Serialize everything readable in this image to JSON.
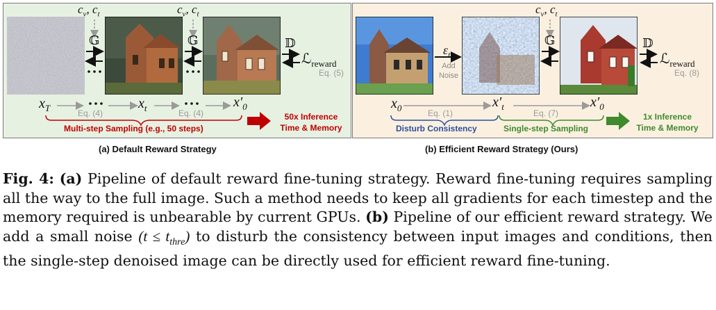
{
  "panel_a": {
    "cond": "c_v, c_t",
    "gen_op": "𝔾",
    "dec_op": "𝔻",
    "loss": "ℒ",
    "loss_sub": "reward",
    "loss_eq": "Eq. (5)",
    "x_T": "x",
    "x_T_sub": "T",
    "x_t": "x",
    "x_t_sub": "t",
    "x_0p": "x′",
    "x_0p_sub": "0",
    "eq4a": "Eq. (4)",
    "eq4b": "Eq. (4)",
    "multistep": "Multi-step Sampling (e.g., 50 steps)",
    "inference_line1": "50x Inference",
    "inference_line2": "Time & Memory",
    "caption": "(a) Default Reward Strategy"
  },
  "panel_b": {
    "cond": "c_v, c_t",
    "eps": "ε",
    "eps_sub": "t",
    "add_noise_line1": "Add",
    "add_noise_line2": "Noise",
    "gen_op": "𝔾",
    "dec_op": "𝔻",
    "loss": "ℒ",
    "loss_sub": "reward",
    "loss_eq": "Eq. (8)",
    "x_0": "x",
    "x_0_sub": "0",
    "x_tp": "x′",
    "x_tp_sub": "t",
    "x_0p": "x′",
    "x_0p_sub": "0",
    "eq1": "Eq. (1)",
    "eq7": "Eq. (7)",
    "disturb": "Disturb Consistency",
    "single": "Single-step Sampling",
    "inference_line1": "1x Inference",
    "inference_line2": "Time & Memory",
    "caption": "(b) Efficient Reward Strategy (Ours)"
  },
  "figure_caption": {
    "label": "Fig. 4:",
    "a_tag": "(a)",
    "text1": "Pipeline of default reward fine-tuning strategy. Reward fine-tuning requires sampling all the way to the full image. Such a method needs to keep all gradients for each timestep and the memory required is unbearable by current GPUs.",
    "b_tag": "(b)",
    "text2": "Pipeline of our efficient reward strategy. We add a small noise",
    "cond_math": "(t ≤ t",
    "cond_sub": "thre",
    "cond_close": ")",
    "text3": "to disturb the consistency between input images and conditions, then the single-step denoised image can be directly used for efficient reward fine-tuning."
  },
  "colors": {
    "panel_a_bg": "#e7f1e2",
    "panel_b_bg": "#fbf0e0",
    "red": "#c00000",
    "blue": "#2b4fa0",
    "green": "#3f8a2c"
  }
}
